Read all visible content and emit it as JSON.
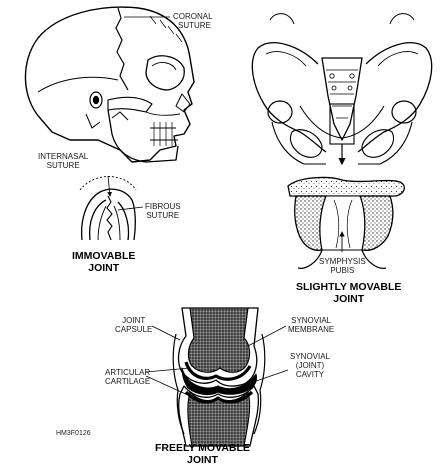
{
  "labels": {
    "coronal_suture": [
      "CORONAL",
      "SUTURE"
    ],
    "internasal_suture": [
      "INTERNASAL",
      "SUTURE"
    ],
    "fibrous_suture": [
      "FIBROUS",
      "SUTURE"
    ],
    "symphysis_pubis": [
      "SYMPHYSIS",
      "PUBIS"
    ],
    "joint_capsule": [
      "JOINT",
      "CAPSULE"
    ],
    "synovial_membrane": [
      "SYNOVIAL",
      "MEMBRANE"
    ],
    "articular_cartilage": [
      "ARTICULAR",
      "CARTILAGE"
    ],
    "synovial_cavity": [
      "SYNOVIAL",
      "(JOINT)",
      "CAVITY"
    ]
  },
  "captions": {
    "immovable": [
      "IMMOVABLE",
      "JOINT"
    ],
    "slightly_movable": [
      "SLIGHTLY MOVABLE",
      "JOINT"
    ],
    "freely_movable": [
      "FREELY MOVABLE",
      "JOINT"
    ]
  },
  "figure_code": "HM3F0126",
  "colors": {
    "ink": "#000000",
    "stipple": "#555555",
    "bone_fill": "#ffffff"
  }
}
